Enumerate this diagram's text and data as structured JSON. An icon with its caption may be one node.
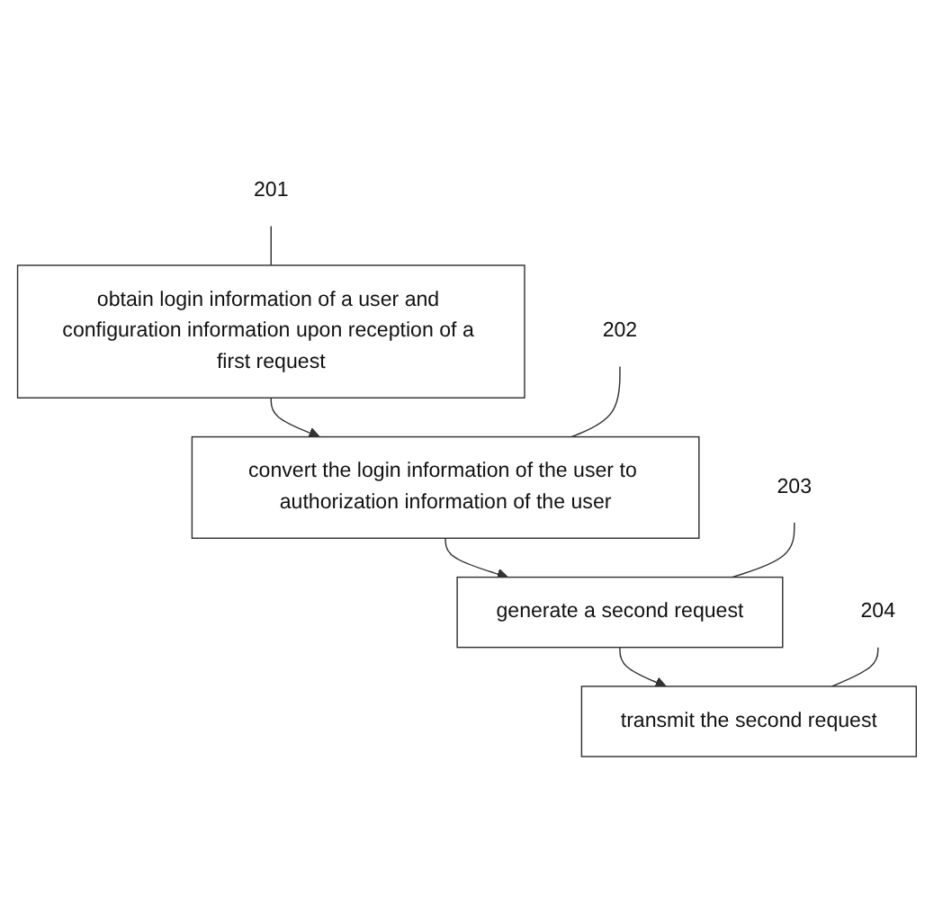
{
  "diagram": {
    "nodes": [
      {
        "text": [
          "201"
        ]
      },
      {
        "text": [
          "obtain login information of a user and configuration information upon reception of a first request"
        ]
      },
      {
        "text": [
          "202"
        ]
      },
      {
        "text": [
          "convert the login information of the user to authorization information of the user"
        ]
      },
      {
        "text": [
          "203"
        ]
      },
      {
        "text": [
          "generate a second request"
        ]
      },
      {
        "text": [
          "204"
        ]
      },
      {
        "text": [
          "transmit the second request"
        ]
      }
    ],
    "edges": [
      {
        "from": 1,
        "to": 3,
        "arrow": "to"
      },
      {
        "from": 3,
        "to": 5,
        "arrow": "to"
      },
      {
        "from": 5,
        "to": 7,
        "arrow": "to"
      },
      {
        "from": 0,
        "to": 1,
        "arrow": "none"
      },
      {
        "from": 2,
        "to": 3,
        "arrow": "none"
      },
      {
        "from": 4,
        "to": 5,
        "arrow": "none"
      },
      {
        "from": 6,
        "to": 7,
        "arrow": "none"
      }
    ]
  }
}
